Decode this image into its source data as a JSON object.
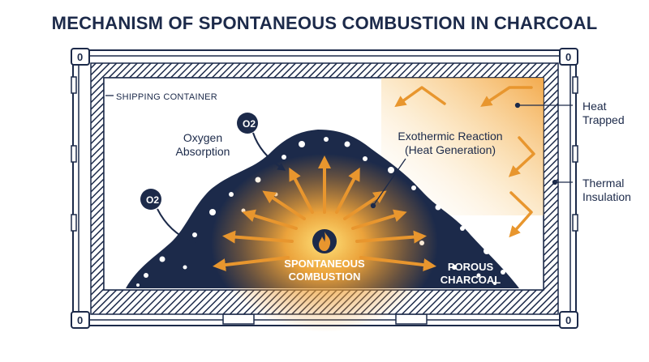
{
  "title": "MECHANISM OF SPONTANEOUS COMBUSTION IN CHARCOAL",
  "labels": {
    "container": "SHIPPING CONTAINER",
    "oxygen_absorption": [
      "Oxygen",
      "Absorption"
    ],
    "exothermic": [
      "Exothermic Reaction",
      "(Heat Generation)"
    ],
    "heat_trapped": [
      "Heat",
      "Trapped"
    ],
    "thermal_insulation": [
      "Thermal",
      "Insulation"
    ],
    "spontaneous": [
      "SPONTANEOUS",
      "COMBUSTION"
    ],
    "porous": [
      "POROUS",
      "CHARCOAL"
    ],
    "o2_top": "O2",
    "o2_bottom": "O2",
    "corner_marker": "0"
  },
  "icons": {
    "fire": "fire-icon",
    "oxygen": "oxygen-molecule-icon",
    "arrow": "heat-arrow-icon"
  },
  "colors": {
    "navy": "#1c2a4a",
    "heat_orange": "#e8962e",
    "glow_yellow": "#ffd24a",
    "background": "#ffffff"
  }
}
